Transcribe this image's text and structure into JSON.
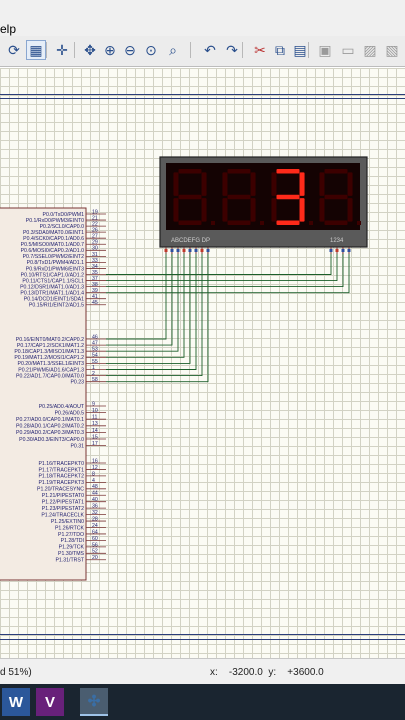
{
  "menubar": {
    "help_label": "elp"
  },
  "toolbar": {
    "buttons": [
      {
        "name": "refresh-icon",
        "glyph": "⟳"
      },
      {
        "name": "grid-toggle-icon",
        "glyph": "▦"
      },
      {
        "name": "origin-icon",
        "glyph": "✛"
      },
      {
        "name": "pan-icon",
        "glyph": "✥"
      },
      {
        "name": "zoom-in-icon",
        "glyph": "⊕"
      },
      {
        "name": "zoom-out-icon",
        "glyph": "⊖"
      },
      {
        "name": "zoom-all-icon",
        "glyph": "⊙"
      },
      {
        "name": "zoom-area-icon",
        "glyph": "⌕"
      },
      {
        "name": "undo-icon",
        "glyph": "↶"
      },
      {
        "name": "redo-icon",
        "glyph": "↷"
      },
      {
        "name": "cut-icon",
        "glyph": "✂"
      },
      {
        "name": "copy-icon",
        "glyph": "⧉"
      },
      {
        "name": "paste-icon",
        "glyph": "▤"
      },
      {
        "name": "block-copy-icon",
        "glyph": "▣"
      },
      {
        "name": "block-move-icon",
        "glyph": "▭"
      },
      {
        "name": "block-rotate-icon",
        "glyph": "▨"
      },
      {
        "name": "block-delete-icon",
        "glyph": "▧"
      }
    ]
  },
  "display": {
    "digits": [
      "",
      "",
      "3",
      ""
    ],
    "segment_label": "ABCDEFG  DP",
    "common_label": "1234",
    "lit_color": "#ff2a1a",
    "dim_color": "#3c0000"
  },
  "chip": {
    "pins_top": [
      {
        "label": "P0.0/TxD0/PWM1",
        "num": "19"
      },
      {
        "label": "P0.1/RxD0/PWM3/EINT0",
        "num": "21"
      },
      {
        "label": "P0.2/SCL0/CAP0.0",
        "num": "22"
      },
      {
        "label": "P0.3/SDA0/MAT0.0/EINT1",
        "num": "26"
      },
      {
        "label": "P0.4/SCK0/CAP0.1/AD0.6",
        "num": "27"
      },
      {
        "label": "P0.5/MISO0/MAT0.1/AD0.7",
        "num": "29"
      },
      {
        "label": "P0.6/MOSI0/CAP0.2/AD1.0",
        "num": "30"
      },
      {
        "label": "P0.7/SSEL0/PWM2/EINT2",
        "num": "31"
      },
      {
        "label": "P0.8/TxD1/PWM4/AD1.1",
        "num": "33"
      },
      {
        "label": "P0.9/RxD1/PWM6/EINT3",
        "num": "34"
      },
      {
        "label": "P0.10/RTS1/CAP1.0/AD1.2",
        "num": "35"
      },
      {
        "label": "P0.11/CTS1/CAP1.1/SCL1",
        "num": "37"
      },
      {
        "label": "P0.12/DSR1/MAT1.0/AD1.3",
        "num": "38"
      },
      {
        "label": "P0.13/DTR1/MAT1.1/AD1.4",
        "num": "39"
      },
      {
        "label": "P0.14/DCD1/EINT1/SDA1",
        "num": "41"
      },
      {
        "label": "P0.15/RI1/EINT2/AD1.5",
        "num": "45"
      }
    ],
    "pins_mid": [
      {
        "label": "P0.16/EINT0/MAT0.2/CAP0.2",
        "num": "46"
      },
      {
        "label": "P0.17/CAP1.2/SCK1/MAT1.2",
        "num": "47"
      },
      {
        "label": "P0.18/CAP1.3/MISO1/MAT1.3",
        "num": "53"
      },
      {
        "label": "P0.19/MAT1.2/MOSI1/CAP1.2",
        "num": "54"
      },
      {
        "label": "P0.20/MAT1.3/SSEL1/EINT3",
        "num": "55"
      },
      {
        "label": "P0.21/PWM5/AD1.6/CAP1.3",
        "num": "1"
      },
      {
        "label": "P0.22/AD1.7/CAP0.0/MAT0.0",
        "num": "2"
      },
      {
        "label": "P0.23",
        "num": "58"
      }
    ],
    "pins_low": [
      {
        "label": "P0.25/AD0.4/AOUT",
        "num": "9"
      },
      {
        "label": "P0.26/AD0.5",
        "num": "10"
      },
      {
        "label": "P0.27/AD0.0/CAP0.1/MAT0.1",
        "num": "11"
      },
      {
        "label": "P0.28/AD0.1/CAP0.2/MAT0.2",
        "num": "13"
      },
      {
        "label": "P0.29/AD0.2/CAP0.3/MAT0.3",
        "num": "14"
      },
      {
        "label": "P0.30/AD0.3/EINT3/CAP0.0",
        "num": "15"
      },
      {
        "label": "P0.31",
        "num": "17"
      }
    ],
    "pins_p1": [
      {
        "label": "P1.16/TRACEPKT0",
        "num": "16"
      },
      {
        "label": "P1.17/TRACEPKT1",
        "num": "12"
      },
      {
        "label": "P1.18/TRACEPKT2",
        "num": "8"
      },
      {
        "label": "P1.19/TRACEPKT3",
        "num": "4"
      },
      {
        "label": "P1.20/TRACESYNC",
        "num": "48"
      },
      {
        "label": "P1.21/PIPESTAT0",
        "num": "44"
      },
      {
        "label": "P1.22/PIPESTAT1",
        "num": "40"
      },
      {
        "label": "P1.23/PIPESTAT2",
        "num": "36"
      },
      {
        "label": "P1.24/TRACECLK",
        "num": "32"
      },
      {
        "label": "P1.25/EXTIN0",
        "num": "28"
      },
      {
        "label": "P1.26/RTCK",
        "num": "24"
      },
      {
        "label": "P1.27/TDO",
        "num": "64"
      },
      {
        "label": "P1.28/TDI",
        "num": "60"
      },
      {
        "label": "P1.29/TCK",
        "num": "56"
      },
      {
        "label": "P1.30/TMS",
        "num": "52"
      },
      {
        "label": "P1.31/TRST",
        "num": "20"
      }
    ]
  },
  "status": {
    "zoom_text": "d 51%)",
    "x_label": "x:",
    "x_value": "-3200.0",
    "y_label": "y:",
    "y_value": "+3600.0"
  },
  "taskbar": {
    "items": [
      {
        "name": "word-app-icon",
        "glyph": "W",
        "color": "#2b579a"
      },
      {
        "name": "visual-studio-app-icon",
        "glyph": "V",
        "color": "#68217a"
      },
      {
        "name": "proteus-app-icon",
        "glyph": "✣",
        "color": "#3a6ea5"
      }
    ]
  }
}
